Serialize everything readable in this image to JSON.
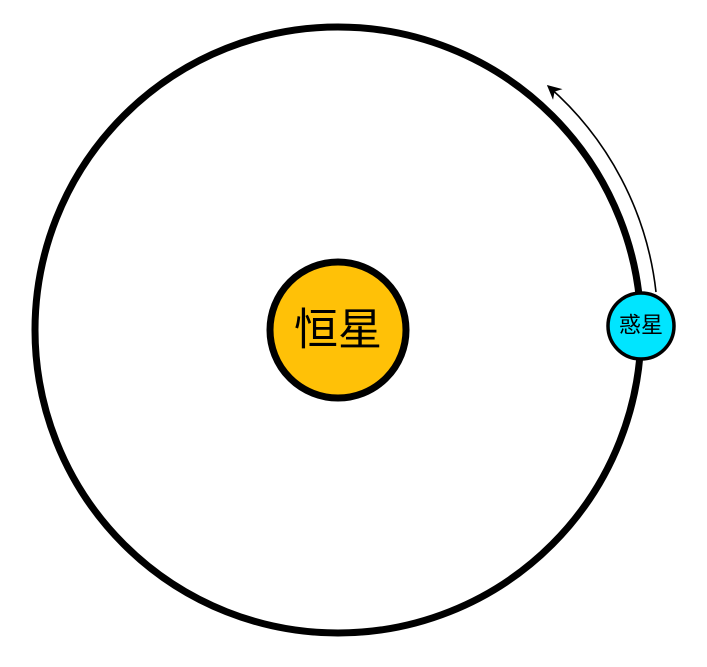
{
  "star": {
    "label": "恒星",
    "color": "#FFC107"
  },
  "planet": {
    "label": "惑星",
    "color": "#00E5FF"
  },
  "orbit": {
    "color": "#000000"
  },
  "motion": {
    "direction": "counterclockwise"
  }
}
